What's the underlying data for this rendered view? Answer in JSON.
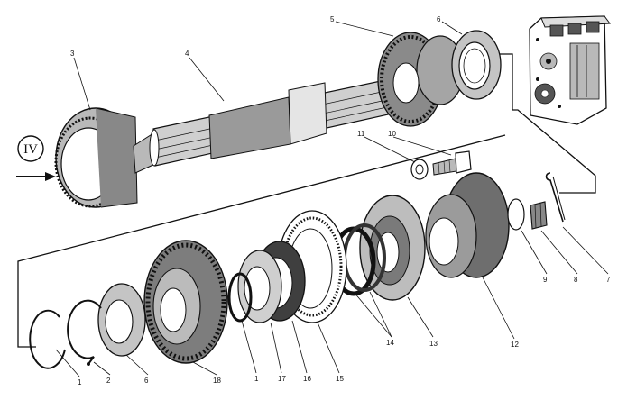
{
  "figure": {
    "inlet_marker": "IV",
    "callouts": [
      {
        "id": "c3",
        "text": "3"
      },
      {
        "id": "c4",
        "text": "4"
      },
      {
        "id": "c5",
        "text": "5"
      },
      {
        "id": "c6a",
        "text": "6"
      },
      {
        "id": "c11",
        "text": "11"
      },
      {
        "id": "c10",
        "text": "10"
      },
      {
        "id": "c9",
        "text": "9"
      },
      {
        "id": "c8",
        "text": "8"
      },
      {
        "id": "c7",
        "text": "7"
      },
      {
        "id": "c12",
        "text": "12"
      },
      {
        "id": "c13",
        "text": "13"
      },
      {
        "id": "c14",
        "text": "14"
      },
      {
        "id": "c15",
        "text": "15"
      },
      {
        "id": "c16",
        "text": "16"
      },
      {
        "id": "c17",
        "text": "17"
      },
      {
        "id": "c1b",
        "text": "1"
      },
      {
        "id": "c18",
        "text": "18"
      },
      {
        "id": "c6b",
        "text": "6"
      },
      {
        "id": "c2",
        "text": "2"
      },
      {
        "id": "c1a",
        "text": "1"
      }
    ]
  }
}
